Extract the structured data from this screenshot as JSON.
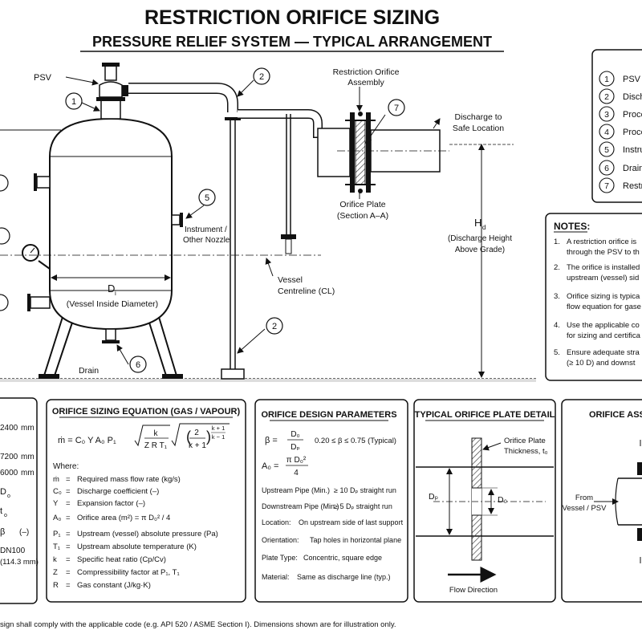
{
  "title": "RESTRICTION ORIFICE SIZING",
  "subtitle": "PRESSURE RELIEF SYSTEM — TYPICAL ARRANGEMENT",
  "diagram": {
    "psv_label": "PSV",
    "ro_assembly_line1": "Restriction Orifice",
    "ro_assembly_line2": "Assembly",
    "discharge_line1": "Discharge to",
    "discharge_line2": "Safe Location",
    "orifice_plate_line1": "Orifice Plate",
    "orifice_plate_line2": "(Section A–A)",
    "instrument_line1": "Instrument /",
    "instrument_line2": "Other Nozzle",
    "di_symbol": "D",
    "di_sub": "i",
    "di_desc": "(Vessel Inside Diameter)",
    "vessel_cl_line1": "Vessel",
    "vessel_cl_line2": "Centreline (CL)",
    "hd_symbol": "H",
    "hd_sub": "d",
    "hd_line1": "(Discharge Height",
    "hd_line2": "Above Grade)",
    "drain_label": "Drain",
    "pi_label": "PI",
    "callouts": [
      "1",
      "2",
      "2",
      "5",
      "6",
      "7"
    ]
  },
  "legend": {
    "items": [
      {
        "num": "1",
        "text": "PSV"
      },
      {
        "num": "2",
        "text": "Disch"
      },
      {
        "num": "3",
        "text": "Proce"
      },
      {
        "num": "4",
        "text": "Proce"
      },
      {
        "num": "5",
        "text": "Instru"
      },
      {
        "num": "6",
        "text": "Drain"
      },
      {
        "num": "7",
        "text": "Restr"
      }
    ]
  },
  "notes": {
    "title": "NOTES:",
    "items": [
      {
        "num": "1.",
        "lines": [
          "A restriction orifice is",
          "through the PSV to th"
        ]
      },
      {
        "num": "2.",
        "lines": [
          "The orifice is installed",
          "upstream (vessel) sid"
        ]
      },
      {
        "num": "3.",
        "lines": [
          "Orifice sizing is typica",
          "flow equation for gase"
        ]
      },
      {
        "num": "4.",
        "lines": [
          "Use the applicable co",
          "for sizing and certifica"
        ]
      },
      {
        "num": "5.",
        "lines": [
          "Ensure adequate stra",
          "(≥ 10 D) and downst"
        ]
      }
    ]
  },
  "vessel_data": {
    "rows": [
      {
        "value": "2400",
        "unit": "mm"
      },
      {
        "value": "7200",
        "unit": "mm"
      },
      {
        "value": "6000",
        "unit": "mm"
      },
      {
        "value": "D",
        "sub": "o",
        "unit": ""
      },
      {
        "value": "t",
        "sub": "o",
        "unit": ""
      },
      {
        "value": "β",
        "unit": "(–)"
      },
      {
        "value": "DN100",
        "unit": ""
      },
      {
        "value": "(114.3 mm)",
        "unit": ""
      }
    ]
  },
  "equation_panel": {
    "title": "ORIFICE SIZING EQUATION (GAS / VAPOUR)",
    "where": "Where:",
    "defs": [
      {
        "sym": "ṁ",
        "text": "Required mass flow rate (kg/s)"
      },
      {
        "sym": "C₀",
        "text": "Discharge coefficient (–)"
      },
      {
        "sym": "Y",
        "text": "Expansion factor (–)"
      },
      {
        "sym": "A₀",
        "text": "Orifice area (m²)  =  π D₀² / 4"
      },
      {
        "sym": "P₁",
        "text": "Upstream (vessel) absolute pressure (Pa)"
      },
      {
        "sym": "T₁",
        "text": "Upstream absolute temperature (K)"
      },
      {
        "sym": "k",
        "text": "Specific heat ratio (Cp/Cv)"
      },
      {
        "sym": "Z",
        "text": "Compressibility factor at P₁, T₁"
      },
      {
        "sym": "R",
        "text": "Gas constant (J/kg·K)"
      }
    ]
  },
  "params_panel": {
    "title": "ORIFICE DESIGN PARAMETERS",
    "beta_range": "0.20 ≤ β ≤ 0.75 (Typical)",
    "rows": [
      {
        "label": "Upstream Pipe (Min.)",
        "value": "≥ 10 Dₚ straight run"
      },
      {
        "label": "Downstream Pipe (Min.)",
        "value": "≥ 5 Dₚ straight run"
      },
      {
        "label": "Location:",
        "value": "On upstream side of last support"
      },
      {
        "label": "Orientation:",
        "value": "Tap holes in horizontal plane"
      },
      {
        "label": "Plate Type:",
        "value": "Concentric, square edge"
      },
      {
        "label": "Material:",
        "value": "Same as discharge line (typ.)"
      }
    ]
  },
  "plate_panel": {
    "title": "TYPICAL ORIFICE PLATE DETAIL",
    "plate_label_line1": "Orifice Plate",
    "plate_label_line2": "Thickness, t₀",
    "dp_label": "Dₚ",
    "do_label": "D₀",
    "flow_label": "Flow Direction"
  },
  "assembly_panel": {
    "title": "ORIFICE ASSE",
    "from_line1": "From",
    "from_line2": "Vessel / PSV"
  },
  "footer": "sign shall comply with the applicable code (e.g. API 520 / ASME Section I).  Dimensions shown are for illustration only.",
  "colors": {
    "line": "#111111",
    "hatch": "#555555",
    "bg": "#ffffff"
  }
}
